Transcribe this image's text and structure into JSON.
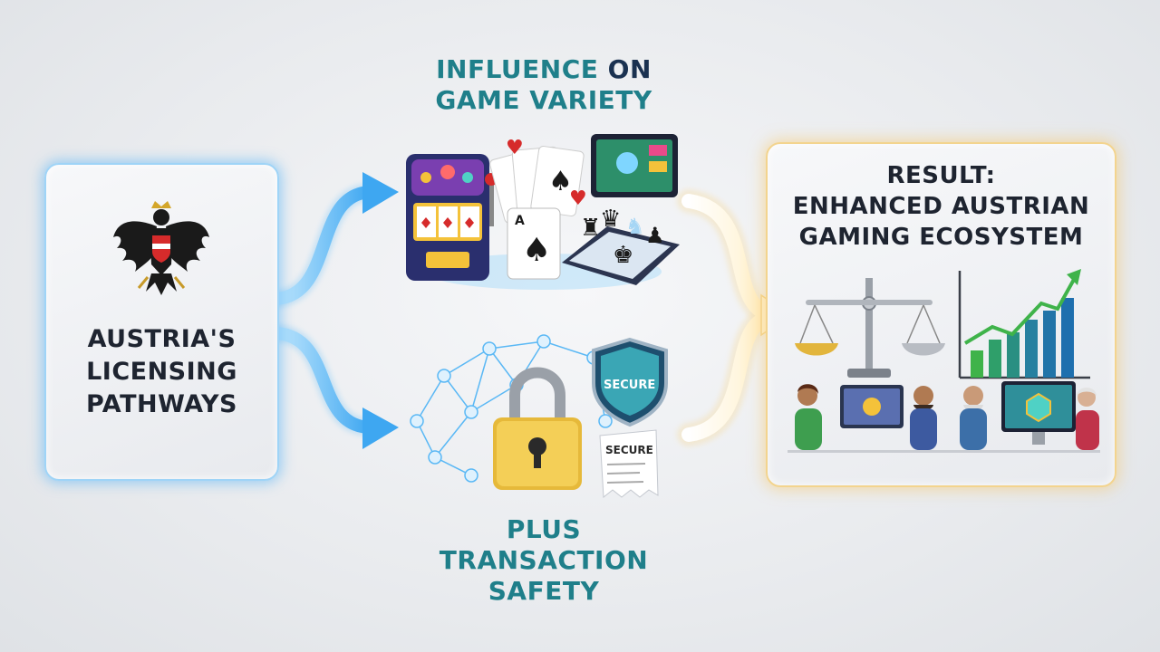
{
  "left_card": {
    "title_lines": [
      "AUSTRIA'S",
      "LICENSING",
      "PATHWAYS"
    ]
  },
  "top_node": {
    "title_word1": "INFLUENCE",
    "title_word2": "ON",
    "title_line2": "GAME VARIETY"
  },
  "bottom_node": {
    "title_lines": [
      "PLUS",
      "TRANSACTION",
      "SAFETY"
    ],
    "shield_label": "SECURE",
    "receipt_label": "SECURE"
  },
  "right_card": {
    "title_lines": [
      "RESULT:",
      "ENHANCED AUSTRIAN",
      "GAMING ECOSYSTEM"
    ]
  },
  "colors": {
    "arrow_blue": "#5ab8f5",
    "result_glow": "#f3d48e",
    "teal_text": "#1f7f8a",
    "navy_text": "#1a3150",
    "chart_green": "#3fb34a",
    "chart_blue": "#1e6fae"
  },
  "icons": [
    "austrian-eagle-icon",
    "slot-machine-icon",
    "playing-cards-icon",
    "chess-board-icon",
    "game-tablet-icon",
    "network-icon",
    "padlock-icon",
    "shield-icon",
    "receipt-icon",
    "balance-scale-icon",
    "growth-chart-icon",
    "people-icon"
  ]
}
